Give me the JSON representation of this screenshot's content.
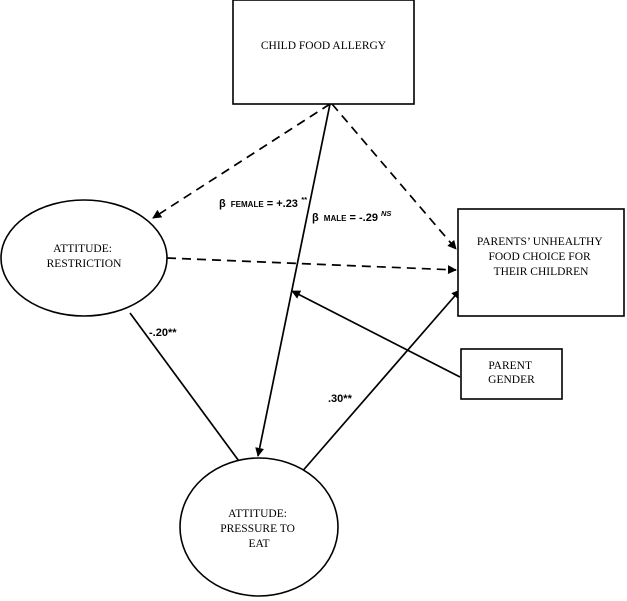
{
  "nodes": {
    "child_food_allergy": {
      "lines": [
        "CHILD FOOD ALLERGY"
      ]
    },
    "attitude_restriction": {
      "lines": [
        "ATTITUDE:",
        "RESTRICTION"
      ]
    },
    "parents_unhealthy": {
      "lines": [
        "PARENTS’ UNHEALTHY",
        "FOOD CHOICE FOR",
        "THEIR CHILDREN"
      ]
    },
    "parent_gender": {
      "lines": [
        "PARENT",
        "GENDER"
      ]
    },
    "attitude_pressure": {
      "lines": [
        "ATTITUDE:",
        "PRESSURE TO",
        "EAT"
      ]
    }
  },
  "edges": {
    "restriction_to_pressure": {
      "label": "-.20**"
    },
    "pressure_to_unhealthy": {
      "label": ".30**"
    },
    "allergy_to_pressure_female": {
      "beta": "β",
      "sub": "FEMALE",
      "value": " = +.23",
      "sup": "**"
    },
    "allergy_to_pressure_male": {
      "beta": "β",
      "sub": "MALE",
      "value": " = -.29",
      "sup": "NS"
    }
  }
}
